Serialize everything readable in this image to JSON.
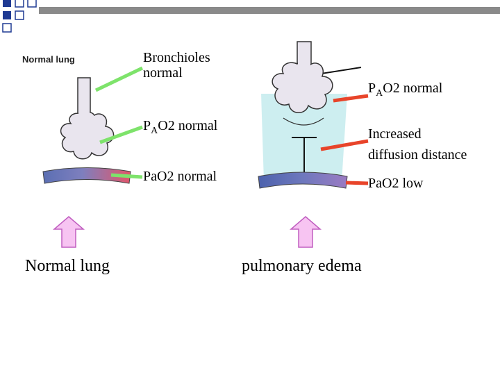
{
  "slide": {
    "background": "#ffffff",
    "accent_squares": "#1f3a93"
  },
  "left_panel": {
    "thumbnail_label": "Normal lung",
    "caption": "Normal lung",
    "labels": {
      "bronchioles_line1": "Bronchioles",
      "bronchioles_line2": "normal",
      "pao2_alveolar": {
        "prefix": "P",
        "sub1": "A",
        "mid": "O",
        "sub2": "2",
        "suffix": " normal"
      },
      "pao2_arterial": {
        "prefix": "Pa",
        "mid": "O",
        "sub2": "2",
        "suffix": " normal"
      }
    },
    "pointer_color": "#7ee36b"
  },
  "right_panel": {
    "caption": "pulmonary edema",
    "labels": {
      "pao2_alveolar": {
        "prefix": "P",
        "sub1": "A",
        "mid": "O",
        "sub2": "2",
        "suffix": " normal"
      },
      "diffusion_line1": "Increased",
      "diffusion_line2": "diffusion distance",
      "pao2_arterial": {
        "prefix": "Pa",
        "mid": "O",
        "sub2": "2",
        "suffix": " low"
      }
    },
    "pointer_color": "#e8442a",
    "edema_fill": "#c8ecee"
  },
  "arrows": {
    "fill": "#f7c4f2",
    "stroke": "#c05ec0"
  }
}
